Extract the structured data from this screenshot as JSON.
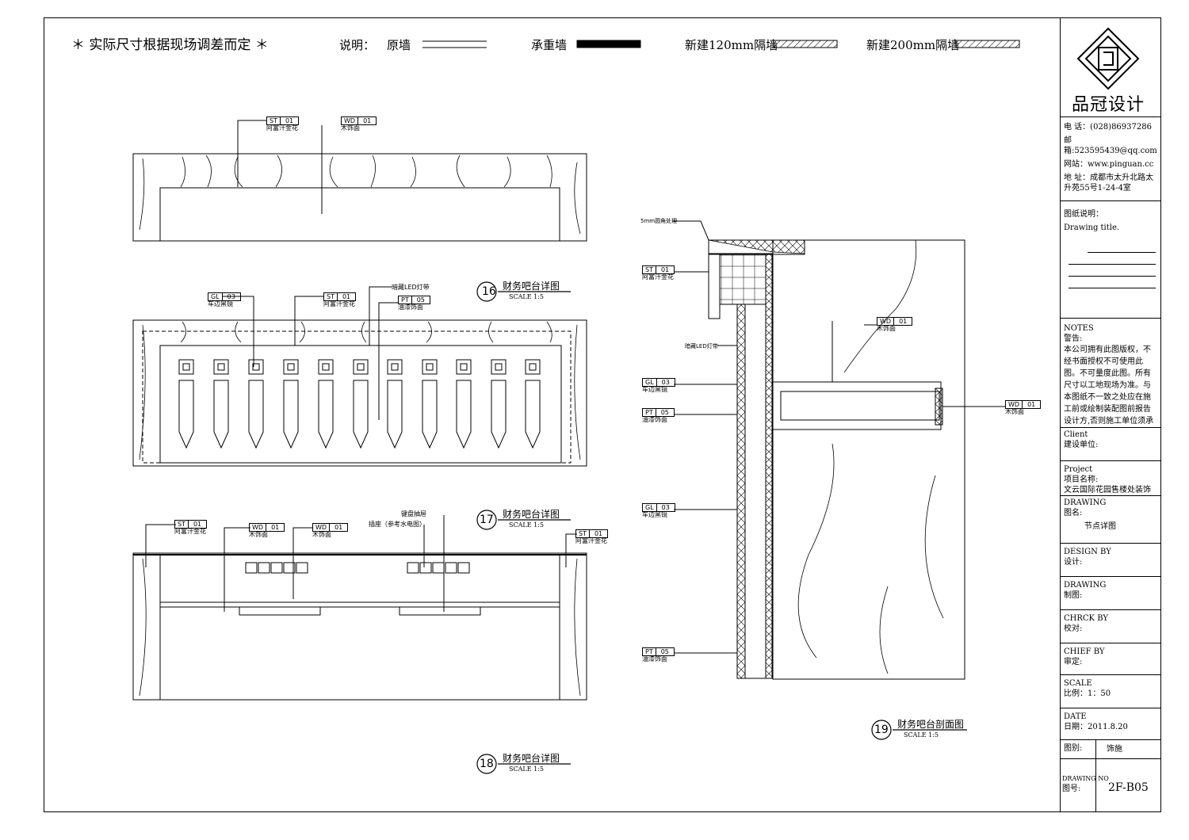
{
  "header": {
    "notice": "＊ 实际尺寸根据现场调差而定 ＊",
    "legend_label": "说明：",
    "legend_original_wall": "原墙",
    "legend_bearing_wall": "承重墙",
    "legend_new_120": "新建120mm隔墙",
    "legend_new_200": "新建200mm隔墙"
  },
  "tags": {
    "st01": {
      "code": "ST",
      "num": "01",
      "desc": "阿富汗金花"
    },
    "wd01": {
      "code": "WD",
      "num": "01",
      "desc": "木饰面"
    },
    "gl03": {
      "code": "GL",
      "num": "03",
      "desc": "车边黑镜"
    },
    "pt05": {
      "code": "PT",
      "num": "05",
      "desc": "油漆饰面"
    }
  },
  "notes_text": {
    "led_strip": "暗藏LED灯带",
    "round_corner": "5mm圆角处理",
    "keyboard_tray": "键盘抽屉",
    "socket": "插座（参考水电图）"
  },
  "details": [
    {
      "num": "16",
      "title": "财务吧台详图",
      "scale": "SCALE 1:5"
    },
    {
      "num": "17",
      "title": "财务吧台详图",
      "scale": "SCALE 1:5"
    },
    {
      "num": "18",
      "title": "财务吧台详图",
      "scale": "SCALE 1:5"
    },
    {
      "num": "19",
      "title": "财务吧台剖面图",
      "scale": "SCALE 1:5"
    }
  ],
  "titleblock": {
    "company": "品冠设计",
    "phone": "电 话：(028)86937286",
    "email": "邮 箱:523595439@qq.com",
    "web": "网站：www.pinguan.cc",
    "address": "地 址：成都市太升北路太升苑55号1-24-4室",
    "drawing_title_cn": "图纸说明：",
    "drawing_title_en": "Drawing title.",
    "notes_en": "NOTES",
    "notes_cn": "警告:",
    "notes_body": "本公司拥有此图版权，不经书面授权不可使用此图。不可量度此图。所有尺寸以工地现场为准。与本图纸不一致之处应在施工前或绘制装配图前报告设计方,否则施工单位须承担所有责任。",
    "client_en": "Client",
    "client_cn": "建设单位:",
    "project_en": "Project",
    "project_cn": "项目名称:",
    "project_name": "文云国际花园售楼处装饰项目",
    "drawing_en": "DRAWING",
    "drawing_cn": "图名:",
    "drawing_name": "节点详图",
    "design_en": "DESIGN BY",
    "design_cn": "设计:",
    "drawn_en": "DRAWING",
    "drawn_cn": "制图:",
    "check_en": "CHRCK BY",
    "check_cn": "校对:",
    "chief_en": "CHIEF BY",
    "chief_cn": "审定:",
    "scale_en": "SCALE",
    "scale_cn": "比例：1：50",
    "date_en": "DATE",
    "date_cn": "日期：2011.8.20",
    "category_label": "图别:",
    "category_value": "饰施",
    "drawing_no_en": "DRAWING NO",
    "drawing_no_cn": "图号:",
    "drawing_no_value": "2F-B05"
  }
}
